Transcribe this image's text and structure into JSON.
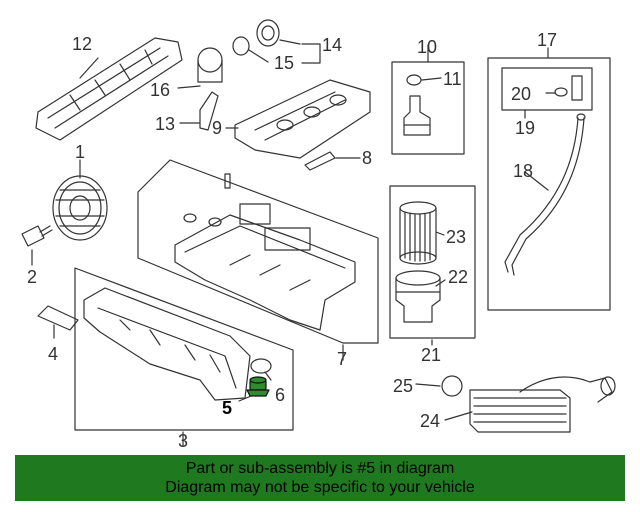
{
  "diagram": {
    "callouts": [
      {
        "id": "1",
        "label": "1"
      },
      {
        "id": "2",
        "label": "2"
      },
      {
        "id": "3",
        "label": "3"
      },
      {
        "id": "4",
        "label": "4"
      },
      {
        "id": "5",
        "label": "5"
      },
      {
        "id": "6",
        "label": "6"
      },
      {
        "id": "7",
        "label": "7"
      },
      {
        "id": "8",
        "label": "8"
      },
      {
        "id": "9",
        "label": "9"
      },
      {
        "id": "10",
        "label": "10"
      },
      {
        "id": "11",
        "label": "11"
      },
      {
        "id": "12",
        "label": "12"
      },
      {
        "id": "13",
        "label": "13"
      },
      {
        "id": "14",
        "label": "14"
      },
      {
        "id": "15",
        "label": "15"
      },
      {
        "id": "16",
        "label": "16"
      },
      {
        "id": "17",
        "label": "17"
      },
      {
        "id": "18",
        "label": "18"
      },
      {
        "id": "19",
        "label": "19"
      },
      {
        "id": "20",
        "label": "20"
      },
      {
        "id": "21",
        "label": "21"
      },
      {
        "id": "22",
        "label": "22"
      },
      {
        "id": "23",
        "label": "23"
      },
      {
        "id": "24",
        "label": "24"
      },
      {
        "id": "25",
        "label": "25"
      }
    ],
    "highlighted_part": "5",
    "colors": {
      "line": "#333333",
      "highlight_part": "#2e8b2e",
      "footer_bg": "#1f7a1f"
    }
  },
  "footer": {
    "line1": "Part or sub-assembly is #5 in diagram",
    "line2": "Diagram may not be specific to your vehicle"
  }
}
